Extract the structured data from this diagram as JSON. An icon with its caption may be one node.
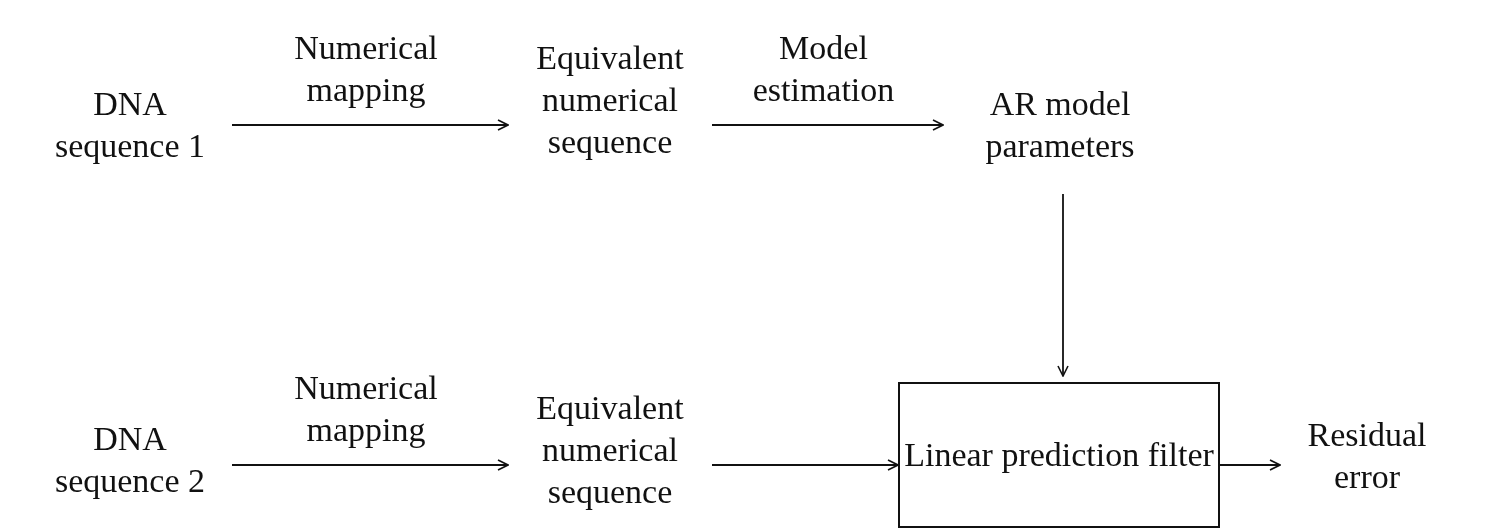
{
  "diagram": {
    "nodes": [
      {
        "text": [
          "DNA sequence 1"
        ]
      },
      {
        "text": [
          "Equivalent numerical sequence"
        ]
      },
      {
        "text": [
          "AR model parameters"
        ]
      },
      {
        "text": [
          "DNA sequence 2"
        ]
      },
      {
        "text": [
          "Equivalent numerical sequence"
        ]
      },
      {
        "text": [
          "Linear prediction filter"
        ]
      },
      {
        "text": [
          "Residual error"
        ]
      }
    ],
    "edges": [
      {
        "from": 0,
        "to": 1,
        "arrow": "to",
        "label": "Numerical mapping"
      },
      {
        "from": 1,
        "to": 2,
        "arrow": "to",
        "label": "Model estimation"
      },
      {
        "from": 2,
        "to": 5,
        "arrow": "to"
      },
      {
        "from": 3,
        "to": 4,
        "arrow": "to",
        "label": "Numerical mapping"
      },
      {
        "from": 4,
        "to": 5,
        "arrow": "to"
      },
      {
        "from": 5,
        "to": 6,
        "arrow": "to"
      }
    ]
  }
}
